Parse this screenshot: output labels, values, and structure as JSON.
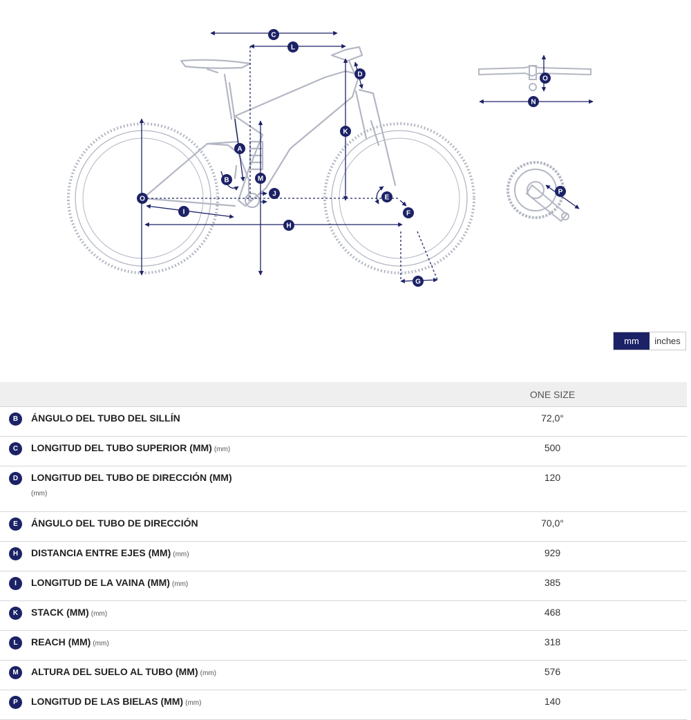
{
  "diagram": {
    "markers": [
      "A",
      "B",
      "C",
      "D",
      "E",
      "F",
      "G",
      "H",
      "I",
      "J",
      "K",
      "L",
      "M",
      "N",
      "O",
      "O",
      "P"
    ]
  },
  "unit_toggle": {
    "mm_label": "mm",
    "inches_label": "inches",
    "selected": "mm"
  },
  "colors": {
    "accent": "#1c2266",
    "line_art": "#b3b7c3",
    "header_bg": "#efefef"
  },
  "table": {
    "column_header": "ONE SIZE",
    "rows": [
      {
        "key": "B",
        "label": "ÁNGULO DEL TUBO DEL SILLÍN",
        "unit": "",
        "value": "72,0°"
      },
      {
        "key": "C",
        "label": "LONGITUD DEL TUBO SUPERIOR (MM)",
        "unit": "(mm)",
        "value": "500"
      },
      {
        "key": "D",
        "label": "LONGITUD DEL TUBO DE DIRECCIÓN (MM)",
        "unit": "(mm)",
        "value": "120"
      },
      {
        "key": "E",
        "label": "ÁNGULO DEL TUBO DE DIRECCIÓN",
        "unit": "",
        "value": "70,0°"
      },
      {
        "key": "H",
        "label": "DISTANCIA ENTRE EJES (MM)",
        "unit": "(mm)",
        "value": "929"
      },
      {
        "key": "I",
        "label": "LONGITUD DE LA VAINA (MM)",
        "unit": "(mm)",
        "value": "385"
      },
      {
        "key": "K",
        "label": "STACK (MM)",
        "unit": "(mm)",
        "value": "468"
      },
      {
        "key": "L",
        "label": "REACH (MM)",
        "unit": "(mm)",
        "value": "318"
      },
      {
        "key": "M",
        "label": "ALTURA DEL SUELO AL TUBO (MM)",
        "unit": "(mm)",
        "value": "576"
      },
      {
        "key": "P",
        "label": "LONGITUD DE LAS BIELAS (MM)",
        "unit": "(mm)",
        "value": "140"
      }
    ]
  }
}
